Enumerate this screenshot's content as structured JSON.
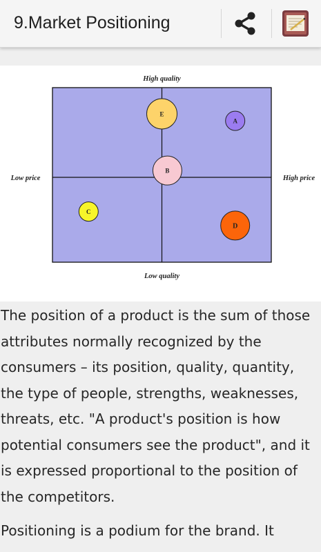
{
  "app_bar": {
    "title": "9.Market Positioning",
    "share_icon": "share-icon",
    "book_icon": "notebook-icon"
  },
  "chart_data": {
    "type": "scatter",
    "title": "",
    "axis_labels": {
      "top": "High quality",
      "bottom": "Low quality",
      "left": "Low price",
      "right": "High price"
    },
    "xlim": [
      -1,
      1
    ],
    "ylim": [
      -1,
      1
    ],
    "grid": false,
    "background_color": "#aaaaea",
    "points": [
      {
        "label": "E",
        "x": 0.0,
        "y": 0.7,
        "color": "#fdd36a"
      },
      {
        "label": "A",
        "x": 0.67,
        "y": 0.62,
        "color": "#9b7cf0"
      },
      {
        "label": "B",
        "x": 0.05,
        "y": 0.05,
        "color": "#f8c9d2"
      },
      {
        "label": "C",
        "x": -0.67,
        "y": -0.42,
        "color": "#f7f52a"
      },
      {
        "label": "D",
        "x": 0.67,
        "y": -0.58,
        "color": "#fc650a"
      }
    ]
  },
  "article": {
    "paragraph1": "The position of a product is the sum of those attributes normally recognized by the consumers – its position, quality, quantity, the type of people, strengths, weaknesses, threats, etc. \"A product's position is how potential consumers see the product\", and it is expressed proportional to the position of the competitors.",
    "paragraph2": "Positioning is a podium for the brand. It"
  }
}
